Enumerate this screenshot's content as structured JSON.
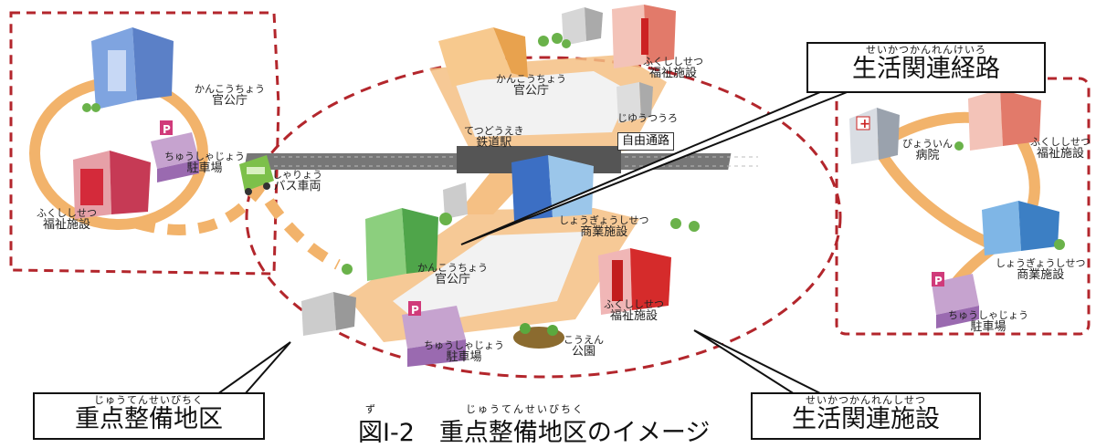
{
  "colors": {
    "district_border": "#b3262c",
    "path_color": "#f2b36b",
    "callout_border": "#111111",
    "rail": "#555555"
  },
  "callouts": {
    "route": {
      "ruby": "せいかつかんれんけいろ",
      "text": "生活関連経路"
    },
    "district": {
      "ruby": "じゅうてんせいびちく",
      "text": "重点整備地区"
    },
    "facility": {
      "ruby": "せいかつかんれんしせつ",
      "text": "生活関連施設"
    }
  },
  "caption": {
    "ruby_zu": "ず",
    "ruby_district": "じゅうてんせいびちく",
    "text": "図Ⅰ-2　重点整備地区のイメージ"
  },
  "labels": {
    "left_office": {
      "ruby": "かんこうちょう",
      "kanji": "官公庁"
    },
    "left_parking": {
      "ruby": "ちゅうしゃじょう",
      "kanji": "駐車場"
    },
    "left_welfare": {
      "ruby": "ふくししせつ",
      "kanji": "福祉施設"
    },
    "bus": {
      "ruby": "しゃりょう",
      "kanji": "バス車両"
    },
    "top_office": {
      "ruby": "かんこうちょう",
      "kanji": "官公庁"
    },
    "top_welfare": {
      "ruby": "ふくししせつ",
      "kanji": "福祉施設"
    },
    "station": {
      "ruby": "てつどうえき",
      "kanji": "鉄道駅"
    },
    "free_passage": {
      "ruby": "じゆうつうろ",
      "kanji": "自由通路"
    },
    "commercial": {
      "ruby": "しょうぎょうしせつ",
      "kanji": "商業施設"
    },
    "center_office": {
      "ruby": "かんこうちょう",
      "kanji": "官公庁"
    },
    "center_welfare": {
      "ruby": "ふくししせつ",
      "kanji": "福祉施設"
    },
    "center_parking": {
      "ruby": "ちゅうしゃじょう",
      "kanji": "駐車場"
    },
    "park": {
      "ruby": "こうえん",
      "kanji": "公園"
    },
    "hospital": {
      "ruby": "びょういん",
      "kanji": "病院"
    },
    "right_welfare": {
      "ruby": "ふくししせつ",
      "kanji": "福祉施設"
    },
    "right_commercial": {
      "ruby": "しょうぎょうしせつ",
      "kanji": "商業施設"
    },
    "right_parking": {
      "ruby": "ちゅうしゃじょう",
      "kanji": "駐車場"
    }
  },
  "icons": {
    "parking_letter": "P",
    "hospital_cross": "+"
  }
}
